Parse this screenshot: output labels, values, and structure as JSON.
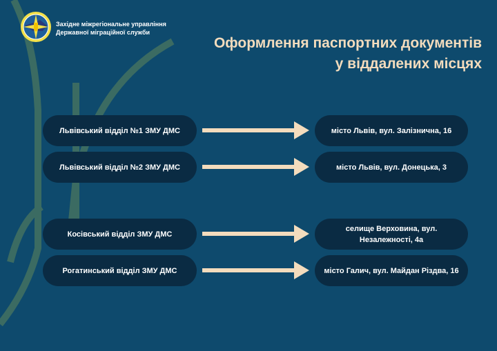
{
  "header": {
    "org_line1": "Західне міжрегіональне управління",
    "org_line2": "Державної міграційної служби",
    "title_line1": "Оформлення паспортних документів",
    "title_line2": "у віддалених місцях"
  },
  "colors": {
    "background": "#0e4a6d",
    "pill": "#0a2b43",
    "accent": "#f3dcbd"
  },
  "rows": [
    {
      "office": "Львівський відділ №1 ЗМУ ДМС",
      "location": "місто Львів, вул. Залізнична, 16"
    },
    {
      "office": "Львівський відділ №2 ЗМУ ДМС",
      "location": "місто Львів, вул. Донецька, 3"
    },
    {
      "office": "Косівський відділ ЗМУ ДМС",
      "location": "селище Верховина, вул. Незалежності, 4а"
    },
    {
      "office": "Рогатинський відділ ЗМУ ДМС",
      "location": "місто Галич, вул. Майдан Різдва, 16"
    }
  ]
}
